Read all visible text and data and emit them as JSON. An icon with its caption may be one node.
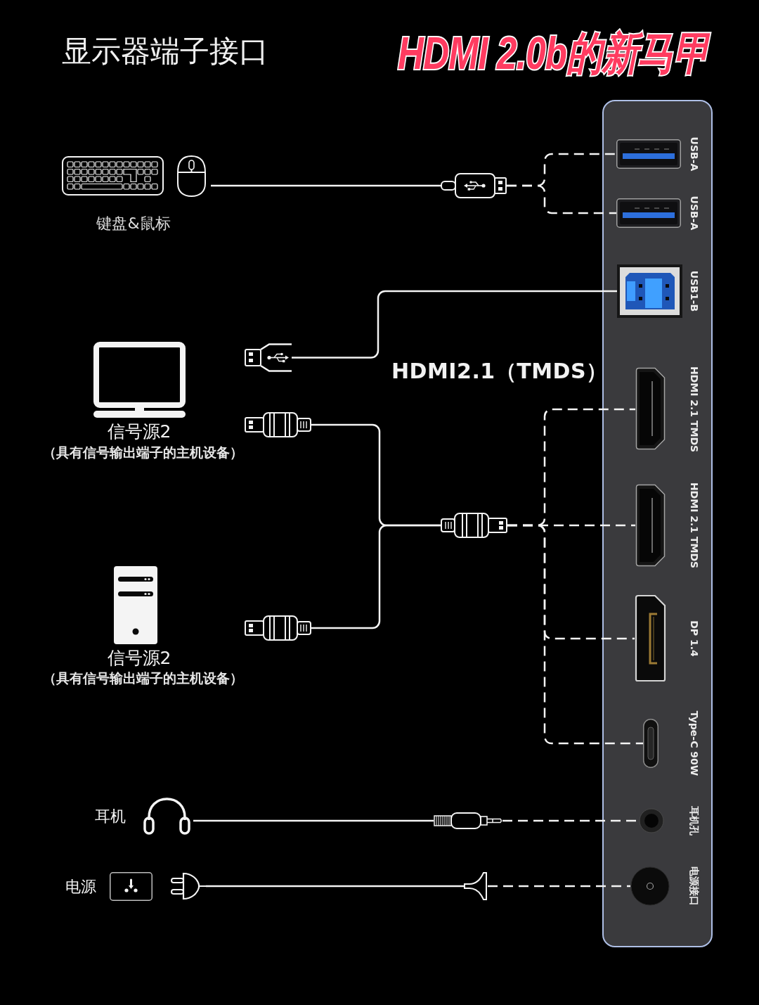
{
  "diagram": {
    "title": "显示器端子接口",
    "nodes": [
      {
        "text": [],
        "shape": "box"
      },
      {
        "text": [
          "USB-A"
        ],
        "in": 0
      },
      {
        "text": [
          "USB-A"
        ],
        "in": 0
      },
      {
        "text": [
          "USB1-B"
        ],
        "in": 0
      },
      {
        "text": [
          "HDMI 2.1 TMDS"
        ],
        "in": 0
      },
      {
        "text": [
          "HDMI 2.1 TMDS"
        ],
        "in": 0
      },
      {
        "text": [
          "DP 1.4"
        ],
        "in": 0
      },
      {
        "text": [
          "Type-C 90W"
        ],
        "in": 0
      },
      {
        "text": [
          "耳机孔"
        ],
        "in": 0
      },
      {
        "text": [
          "电源接口"
        ],
        "in": 0
      },
      {
        "text": [
          "键盘&鼠标"
        ]
      },
      {
        "text": [],
        "shape": "picture"
      },
      {
        "text": [
          "信号源2",
          "（具有信号输出端子的主机设备）"
        ]
      },
      {
        "text": [],
        "shape": "picture"
      },
      {
        "text": [],
        "shape": "picture"
      },
      {
        "text": [],
        "shape": "picture"
      },
      {
        "text": [
          "信号源2",
          "（具有信号输出端子的主机设备）"
        ]
      },
      {
        "text": [],
        "shape": "picture"
      },
      {
        "text": [
          "耳机"
        ]
      },
      {
        "text": [],
        "shape": "picture"
      },
      {
        "text": [
          "电源"
        ]
      },
      {
        "text": [],
        "shape": "picture"
      },
      {
        "text": [],
        "shape": "picture"
      }
    ],
    "edges": [
      {
        "from": 10,
        "to": 11,
        "arrow": "none"
      },
      {
        "from": 11,
        "to": 1,
        "arrow": "none",
        "style": "dashed"
      },
      {
        "from": 11,
        "to": 2,
        "arrow": "none",
        "style": "dashed"
      },
      {
        "from": 13,
        "to": 3,
        "arrow": "none"
      },
      {
        "from": 14,
        "to": 15,
        "arrow": "none"
      },
      {
        "from": 17,
        "to": 15,
        "arrow": "none"
      },
      {
        "from": 15,
        "to": 4,
        "arrow": "none",
        "style": "dashed"
      },
      {
        "from": 15,
        "to": 5,
        "arrow": "none",
        "style": "dashed"
      },
      {
        "from": 15,
        "to": 6,
        "arrow": "none",
        "style": "dashed"
      },
      {
        "from": 15,
        "to": 7,
        "arrow": "none",
        "style": "dashed"
      },
      {
        "from": 18,
        "to": 19,
        "arrow": "none"
      },
      {
        "from": 19,
        "to": 8,
        "arrow": "none",
        "style": "dashed"
      },
      {
        "from": 21,
        "to": 22,
        "arrow": "none"
      },
      {
        "from": 22,
        "to": 9,
        "arrow": "none",
        "style": "dashed"
      }
    ],
    "labels": [
      "HDMI 2.0b的新马甲",
      "HDMI2.1（TMDS）"
    ]
  }
}
